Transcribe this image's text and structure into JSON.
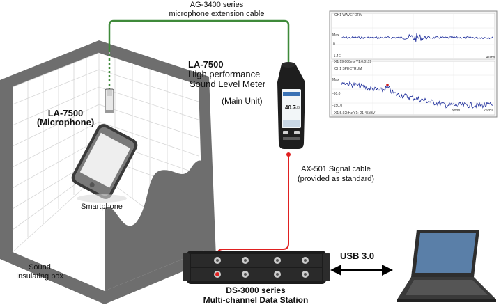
{
  "cable_top": {
    "line1": "AG-3400 series",
    "line2": "microphone extension cable",
    "color": "#3f8a3a"
  },
  "main_unit": {
    "model": "LA-7500",
    "line1": "High performance",
    "line2": "Sound Level Meter",
    "line3": "(Main Unit)",
    "screen_reading": "40.7",
    "screen_unit": "dB"
  },
  "microphone": {
    "model": "LA-7500",
    "sub": "(Microphone)"
  },
  "smartphone": {
    "label": "Smartphone"
  },
  "box": {
    "line1": "Sound",
    "line2": "Insulating box"
  },
  "signal_cable": {
    "line1": "AX-501 Signal cable",
    "line2": "(provided as standard)",
    "color": "#e02020"
  },
  "data_station": {
    "line1": "DS-3000 series",
    "line2": "Multi-channel Data Station"
  },
  "usb": {
    "label": "USB 3.0"
  },
  "waveform_panel": {
    "top_title": "CH1 WAVEFORM",
    "top_ticks": [
      "Max",
      "0",
      "-1.4E",
      "40ms"
    ],
    "top_footer": "X1:19.000ms Y1:0.0119",
    "bottom_title": "CH1 SPECTRUM",
    "bottom_ticks": [
      "Max",
      "-60.0",
      "-150.0",
      "Norm",
      "25kHz"
    ],
    "bottom_footer": "X1:5.92kHz Y1:-21.45dBV",
    "trace_color": "#1a2a9a",
    "marker_color": "#d02020"
  }
}
